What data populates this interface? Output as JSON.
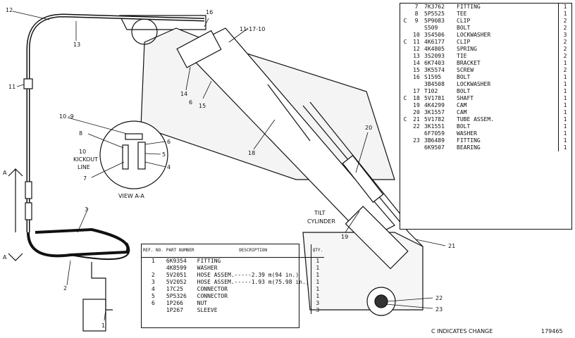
{
  "callouts": {
    "c1": "1",
    "c2": "2",
    "c3": "3",
    "c4": "4",
    "c5": "5",
    "c6": "6",
    "c7": "7",
    "c8": "8",
    "c10_9": "10 -9",
    "c11": "11",
    "c11_17_10": "11-17-10",
    "c12": "12",
    "c13": "13",
    "c14": "14",
    "c15": "15",
    "c16": "16",
    "c18": "18",
    "c19": "19",
    "c20": "20",
    "c21": "21",
    "c22": "22",
    "c23": "23"
  },
  "labels": {
    "kickout_1": "10",
    "kickout_2": "KICKOUT",
    "kickout_3": "LINE",
    "view": "VIEW A-A",
    "tilt_1": "TILT",
    "tilt_2": "CYLINDER",
    "section_a_top": "A",
    "section_a_bottom": "A"
  },
  "parts_table_top": {
    "rows": [
      {
        "chg": "",
        "ref": "7",
        "part": "7K3762",
        "desc": "FITTING",
        "qty": "1"
      },
      {
        "chg": "",
        "ref": "8",
        "part": "5P5525",
        "desc": "TEE",
        "qty": "1"
      },
      {
        "chg": "C",
        "ref": "9",
        "part": "5P9083",
        "desc": "CLIP",
        "qty": "2"
      },
      {
        "chg": "",
        "ref": "",
        "part": "S509",
        "desc": "BOLT",
        "qty": "2"
      },
      {
        "chg": "",
        "ref": "10",
        "part": "3S4506",
        "desc": "LOCKWASHER",
        "qty": "3"
      },
      {
        "chg": "C",
        "ref": "11",
        "part": "4K6177",
        "desc": "CLIP",
        "qty": "2"
      },
      {
        "chg": "",
        "ref": "12",
        "part": "4K4805",
        "desc": "SPRING",
        "qty": "2"
      },
      {
        "chg": "",
        "ref": "13",
        "part": "3S2093",
        "desc": "TIE",
        "qty": "2"
      },
      {
        "chg": "",
        "ref": "14",
        "part": "6K7403",
        "desc": "BRACKET",
        "qty": "1"
      },
      {
        "chg": "",
        "ref": "15",
        "part": "3K5574",
        "desc": "SCREW",
        "qty": "2"
      },
      {
        "chg": "",
        "ref": "16",
        "part": "S1595",
        "desc": "BOLT",
        "qty": "1"
      },
      {
        "chg": "",
        "ref": "",
        "part": "3B4508",
        "desc": "LOCKWASHER",
        "qty": "1"
      },
      {
        "chg": "",
        "ref": "17",
        "part": "T102",
        "desc": "BOLT",
        "qty": "1"
      },
      {
        "chg": "C",
        "ref": "18",
        "part": "5V1781",
        "desc": "SHAFT",
        "qty": "1"
      },
      {
        "chg": "",
        "ref": "19",
        "part": "4K4299",
        "desc": "CAM",
        "qty": "1"
      },
      {
        "chg": "",
        "ref": "20",
        "part": "3K1557",
        "desc": "CAM",
        "qty": "1"
      },
      {
        "chg": "C",
        "ref": "21",
        "part": "5V1782",
        "desc": "TUBE ASSEM.",
        "qty": "1"
      },
      {
        "chg": "",
        "ref": "22",
        "part": "3K1551",
        "desc": "BOLT",
        "qty": "1"
      },
      {
        "chg": "",
        "ref": "",
        "part": "6F7059",
        "desc": "WASHER",
        "qty": "1"
      },
      {
        "chg": "",
        "ref": "23",
        "part": "3B6489",
        "desc": "FITTING",
        "qty": "1"
      },
      {
        "chg": "",
        "ref": "",
        "part": "6K9507",
        "desc": "BEARING",
        "qty": "1"
      }
    ]
  },
  "parts_table_bottom": {
    "headers": {
      "ref": "REF. NO.",
      "part": "PART NUMBER",
      "desc": "DESCRIPTION",
      "qty": "QTY."
    },
    "rows": [
      {
        "ref": "1",
        "part": "6K9354",
        "desc": "FITTING",
        "qty": "1"
      },
      {
        "ref": "",
        "part": "4K8599",
        "desc": "WASHER",
        "qty": "1"
      },
      {
        "ref": "2",
        "part": "5V2051",
        "desc": "HOSE ASSEM.-----2.39 m(94 in.)",
        "qty": "1"
      },
      {
        "ref": "3",
        "part": "5V2052",
        "desc": "HOSE ASSEM.-----1.93 m(75.98 in.)",
        "qty": "1"
      },
      {
        "ref": "4",
        "part": "17C25",
        "desc": "CONNECTOR",
        "qty": "1"
      },
      {
        "ref": "5",
        "part": "5P5326",
        "desc": "CONNECTOR",
        "qty": "1"
      },
      {
        "ref": "6",
        "part": "1P266",
        "desc": "NUT",
        "qty": "3"
      },
      {
        "ref": "",
        "part": "1P267",
        "desc": "SLEEVE",
        "qty": "3"
      }
    ]
  },
  "footer": {
    "change_note": "C INDICATES CHANGE",
    "drawing_number": "179465"
  }
}
